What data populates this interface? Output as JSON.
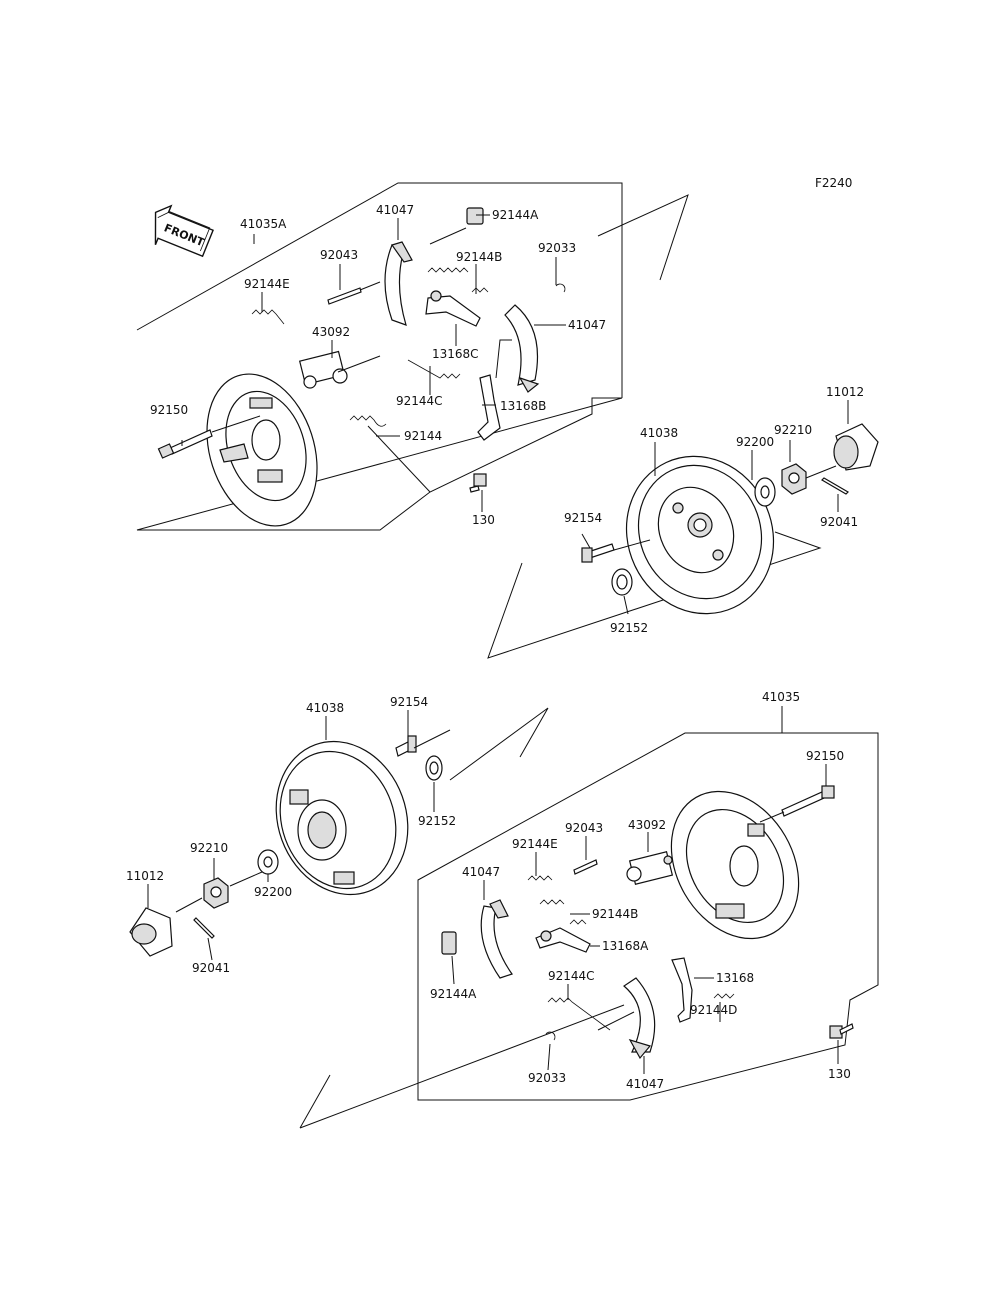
{
  "figure_code": "F2240",
  "front_label": "FRONT",
  "labels": {
    "l41035A": "41035A",
    "l41047a": "41047",
    "l92144A_t": "92144A",
    "l92043_t": "92043",
    "l92144B_t": "92144B",
    "l92033_t": "92033",
    "l92144E_t": "92144E",
    "l41047b": "41047",
    "l43092_t": "43092",
    "l13168C": "13168C",
    "l92150_t": "92150",
    "l92144C_t": "92144C",
    "l13168B": "13168B",
    "l92144_t": "92144",
    "l130_t": "130",
    "l41038_t": "41038",
    "l92200_t": "92200",
    "l92210_t": "92210",
    "l11012_t": "11012",
    "l92154_t": "92154",
    "l92041_t": "92041",
    "l92152_t": "92152",
    "l41038_b": "41038",
    "l92154_b": "92154",
    "l41035": "41035",
    "l92150_b": "92150",
    "l92152_b": "92152",
    "l92043_b": "92043",
    "l43092_b": "43092",
    "l92144E_b": "92144E",
    "l92210_b": "92210",
    "l41047c": "41047",
    "l11012_b": "11012",
    "l92144B_b": "92144B",
    "l92200_b": "92200",
    "l13168A": "13168A",
    "l92144C_b": "92144C",
    "l13168": "13168",
    "l92041_b": "92041",
    "l92144A_b": "92144A",
    "l92144D": "92144D",
    "l130_b": "130",
    "l92033_b": "92033",
    "l41047d": "41047"
  }
}
